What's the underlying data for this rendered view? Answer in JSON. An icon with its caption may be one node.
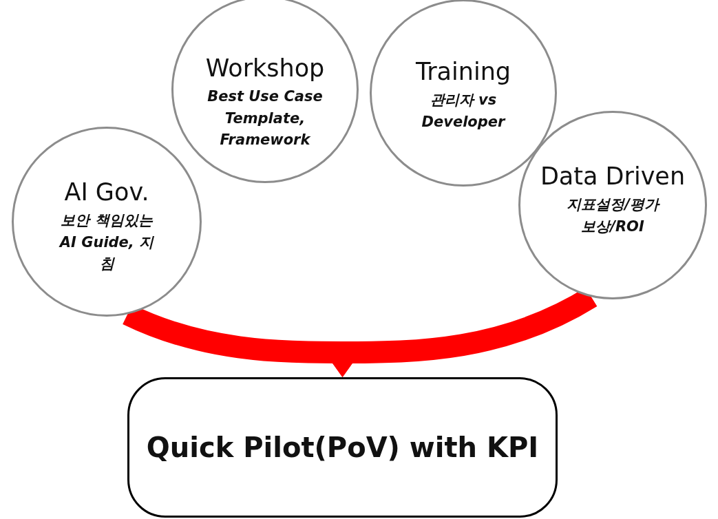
{
  "diagram": {
    "nodes": [
      {
        "text": [
          "AI Gov.",
          "보안 책임있는 AI Guide, 지침"
        ]
      },
      {
        "text": [
          "Workshop",
          "Best Use Case Template, Framework"
        ]
      },
      {
        "text": [
          "Training",
          "관리자 vs Developer"
        ]
      },
      {
        "text": [
          "Data Driven",
          "지표설정/평가 보상/ROI"
        ]
      },
      {
        "text": [
          "Quick Pilot(PoV) with KPI"
        ]
      }
    ],
    "edges": [
      {
        "from": 0,
        "to": 4,
        "arrow": "to",
        "color": "#ff0000"
      },
      {
        "from": 3,
        "to": 4,
        "arrow": "to",
        "color": "#ff0000"
      }
    ]
  }
}
